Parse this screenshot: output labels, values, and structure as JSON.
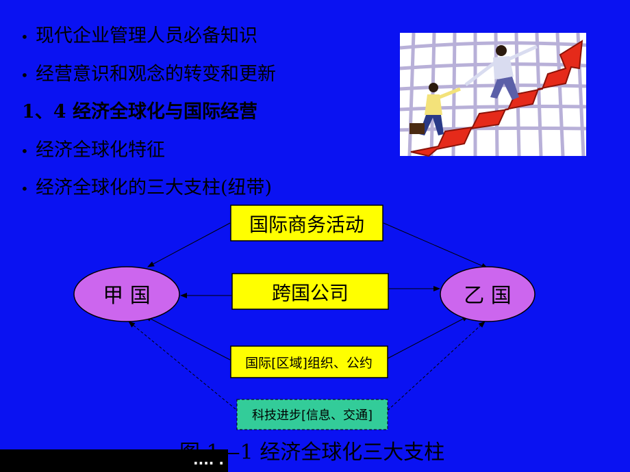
{
  "bullets": [
    "现代企业管理人员必备知识",
    "经营意识和观念的转变和更新"
  ],
  "section_heading": "1、4  经济全球化与国际经营",
  "bullets2": [
    "经济全球化特征",
    "经济全球化的三大支柱(纽带)"
  ],
  "diagram": {
    "box_top": "国际商务活动",
    "box_middle": "跨国公司",
    "box_lower": "国际[区域]组织、公约",
    "box_bottom": "科技进步[信息、交通]",
    "left_node": "甲 国",
    "right_node": "乙 国"
  },
  "caption": "图 1—1 经济全球化三大支柱",
  "footer": ".... .",
  "colors": {
    "background": "#0a12f2",
    "yellow_box": "#ffff00",
    "green_box": "#33cc99",
    "node_fill": "#cc66ee"
  }
}
